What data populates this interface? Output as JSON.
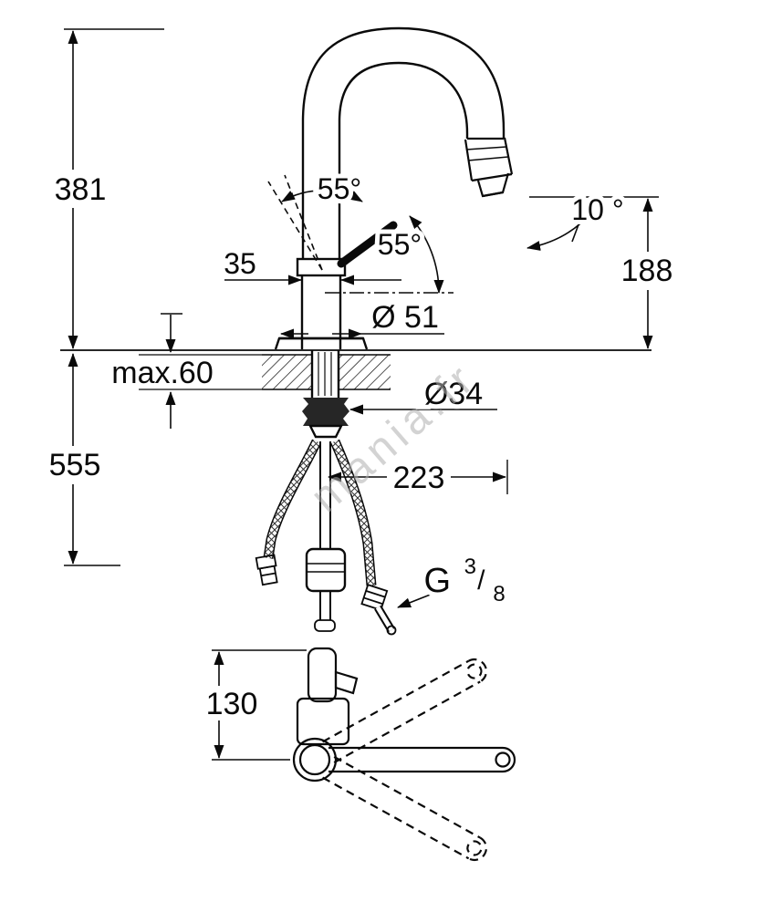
{
  "drawing": {
    "watermark": "mania.fr",
    "labels": {
      "total_height": "381",
      "below_counter_depth": "555",
      "lever_angle_upper": "55°",
      "lever_angle_lower": "55°",
      "spray_angle": "10 °",
      "outlet_height": "188",
      "body_width": "35",
      "base_diameter": "Ø 51",
      "max_counter_thickness": "max.60",
      "hole_diameter": "Ø34",
      "spout_reach": "223",
      "swivel_offset": "130",
      "thread_prefix": "G",
      "thread_numerator": "3",
      "thread_slash": "/",
      "thread_denominator": "8"
    }
  }
}
